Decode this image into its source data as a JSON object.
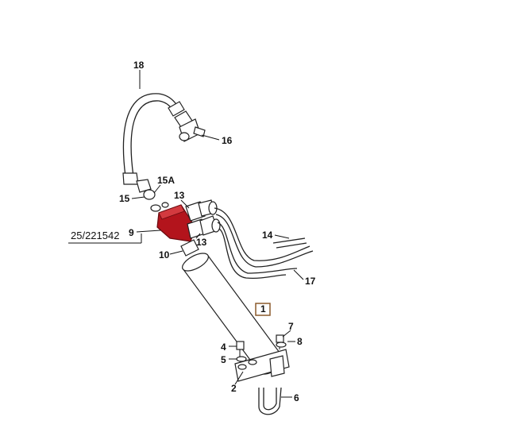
{
  "diagram": {
    "part_number": "25/221542",
    "callouts": {
      "c18": "18",
      "c16": "16",
      "c15A": "15A",
      "c15": "15",
      "c13a": "13",
      "c13b": "13",
      "c9": "9",
      "c10": "10",
      "c14": "14",
      "c17": "17",
      "c1": "1",
      "c7": "7",
      "c8": "8",
      "c4": "4",
      "c5": "5",
      "c2": "2",
      "c6": "6"
    },
    "colors": {
      "highlight": "#b3141c",
      "highlight_box": "#8b5a2b"
    }
  }
}
